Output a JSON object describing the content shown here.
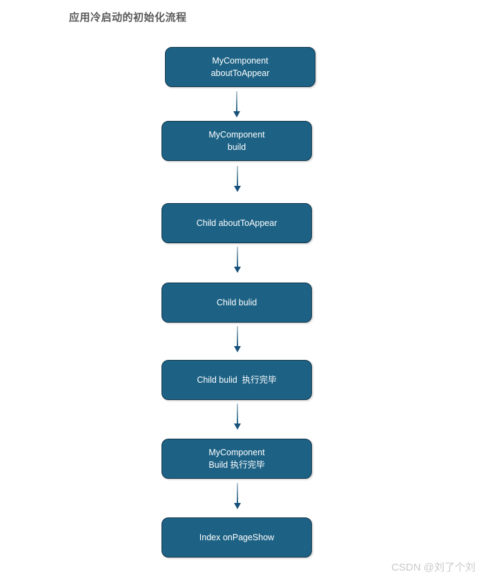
{
  "page": {
    "title": "应用冷启动的初始化流程",
    "watermark": "CSDN @刘了个刘"
  },
  "colors": {
    "background": "#ffffff",
    "node_fill": "#1d6285",
    "node_border": "#0e3247",
    "node_text": "#ffffff",
    "arrow": "#17517a",
    "title_text": "#595959",
    "watermark_text": "#c9c9c9"
  },
  "flow": {
    "direction": "top-to-bottom",
    "nodes": [
      {
        "label": "MyComponent\naboutToAppear"
      },
      {
        "label": "MyComponent\nbuild"
      },
      {
        "label": "Child aboutToAppear"
      },
      {
        "label": "Child bulid"
      },
      {
        "label": "Child bulid  执行完毕"
      },
      {
        "label": "MyComponent\nBuild 执行完毕"
      },
      {
        "label": "Index onPageShow"
      }
    ]
  }
}
